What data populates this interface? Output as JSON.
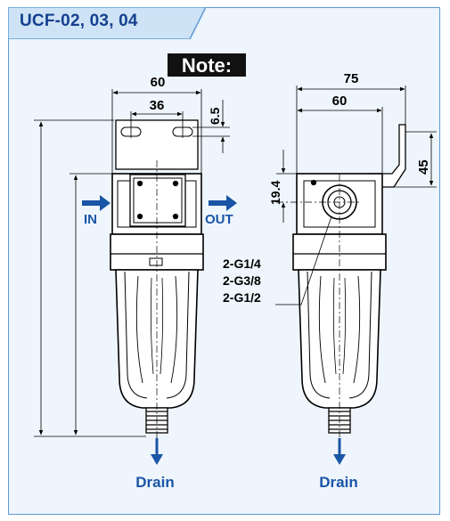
{
  "title": "UCF-02, 03, 04",
  "note_label": "Note:",
  "dimensions": {
    "front_width": "60",
    "front_mount": "36",
    "front_slot": "6.5",
    "side_width": "75",
    "side_body": "60",
    "side_port_height": "19.4",
    "side_bracket": "45"
  },
  "ports": {
    "in": "IN",
    "out": "OUT",
    "sizes": [
      "2-G1/4",
      "2-G3/8",
      "2-G1/2"
    ]
  },
  "drain_left": "Drain",
  "drain_right": "Drain",
  "colors": {
    "accent": "#1a55a6",
    "title": "#14408e",
    "frame": "#5b9bd5",
    "panel": "#eef5fc"
  }
}
